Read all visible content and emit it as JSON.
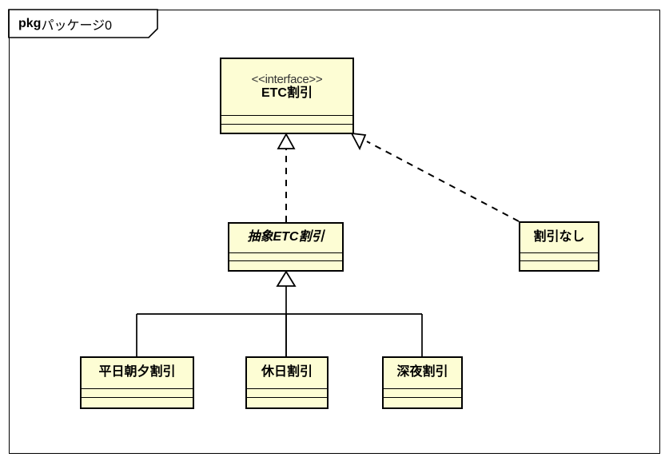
{
  "diagram": {
    "type": "uml-class-diagram",
    "package": {
      "keyword": "pkg",
      "name": "パッケージ0"
    },
    "colors": {
      "class_fill": "#fdfdd4",
      "line": "#000000",
      "background": "#ffffff",
      "stereotype_text": "#333333"
    },
    "nodes": [
      {
        "id": "etc-waribiki",
        "stereotype": "<<interface>>",
        "name": "ETC割引",
        "kind": "interface",
        "abstract": false
      },
      {
        "id": "chusho-etc-waribiki",
        "stereotype": "",
        "name": "抽象ETC割引",
        "kind": "abstract-class",
        "abstract": true
      },
      {
        "id": "waribiki-nashi",
        "stereotype": "",
        "name": "割引なし",
        "kind": "class",
        "abstract": false
      },
      {
        "id": "heijitsu-chouyuu-waribiki",
        "stereotype": "",
        "name": "平日朝夕割引",
        "kind": "class",
        "abstract": false
      },
      {
        "id": "kyuujitsu-waribiki",
        "stereotype": "",
        "name": "休日割引",
        "kind": "class",
        "abstract": false
      },
      {
        "id": "shinya-waribiki",
        "stereotype": "",
        "name": "深夜割引",
        "kind": "class",
        "abstract": false
      }
    ],
    "edges": [
      {
        "from": "chusho-etc-waribiki",
        "to": "etc-waribiki",
        "type": "realization",
        "style": "dashed",
        "arrow": "hollow-triangle"
      },
      {
        "from": "waribiki-nashi",
        "to": "etc-waribiki",
        "type": "realization",
        "style": "dashed",
        "arrow": "hollow-triangle"
      },
      {
        "from": "heijitsu-chouyuu-waribiki",
        "to": "chusho-etc-waribiki",
        "type": "generalization",
        "style": "solid",
        "arrow": "hollow-triangle"
      },
      {
        "from": "kyuujitsu-waribiki",
        "to": "chusho-etc-waribiki",
        "type": "generalization",
        "style": "solid",
        "arrow": "hollow-triangle"
      },
      {
        "from": "shinya-waribiki",
        "to": "chusho-etc-waribiki",
        "type": "generalization",
        "style": "solid",
        "arrow": "hollow-triangle"
      }
    ]
  }
}
